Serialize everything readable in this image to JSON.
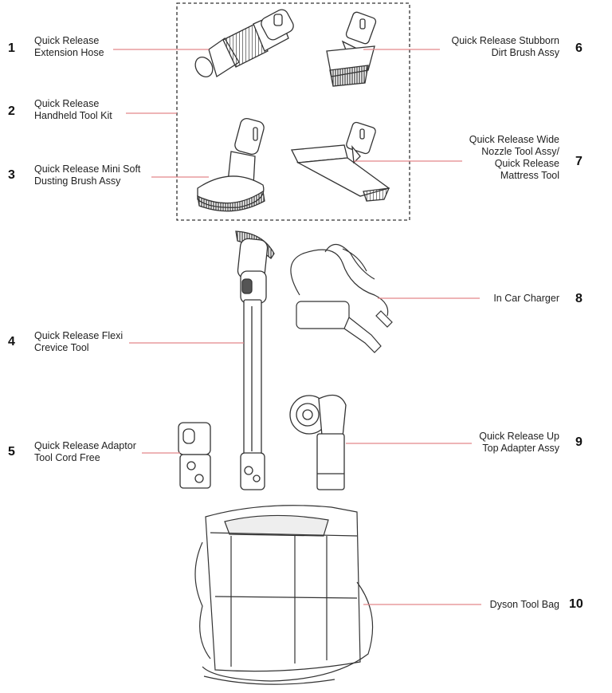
{
  "colors": {
    "leader_line": "#e4868b",
    "outline": "#333333",
    "text": "#222222"
  },
  "parts": [
    {
      "number": "1",
      "name_lines": [
        "Quick Release",
        "Extension Hose"
      ],
      "icon": "extension-hose"
    },
    {
      "number": "2",
      "name_lines": [
        "Quick Release",
        "Handheld Tool Kit"
      ],
      "icon": "tool-kit-box"
    },
    {
      "number": "3",
      "name_lines": [
        "Quick Release Mini Soft",
        "Dusting Brush Assy"
      ],
      "icon": "dusting-brush"
    },
    {
      "number": "4",
      "name_lines": [
        "Quick Release Flexi",
        "Crevice Tool"
      ],
      "icon": "crevice-tool"
    },
    {
      "number": "5",
      "name_lines": [
        "Quick Release Adaptor",
        "Tool Cord Free"
      ],
      "icon": "adaptor"
    },
    {
      "number": "6",
      "name_lines": [
        "Quick Release Stubborn",
        "Dirt Brush Assy"
      ],
      "icon": "stubborn-brush"
    },
    {
      "number": "7",
      "name_lines": [
        "Quick Release Wide",
        "Nozzle Tool Assy/",
        "Quick Release",
        "Mattress Tool"
      ],
      "icon": "wide-nozzle"
    },
    {
      "number": "8",
      "name_lines": [
        "In Car Charger"
      ],
      "icon": "car-charger"
    },
    {
      "number": "9",
      "name_lines": [
        "Quick Release Up",
        "Top Adapter Assy"
      ],
      "icon": "up-top-adapter"
    },
    {
      "number": "10",
      "name_lines": [
        "Dyson Tool Bag"
      ],
      "icon": "tool-bag"
    }
  ]
}
